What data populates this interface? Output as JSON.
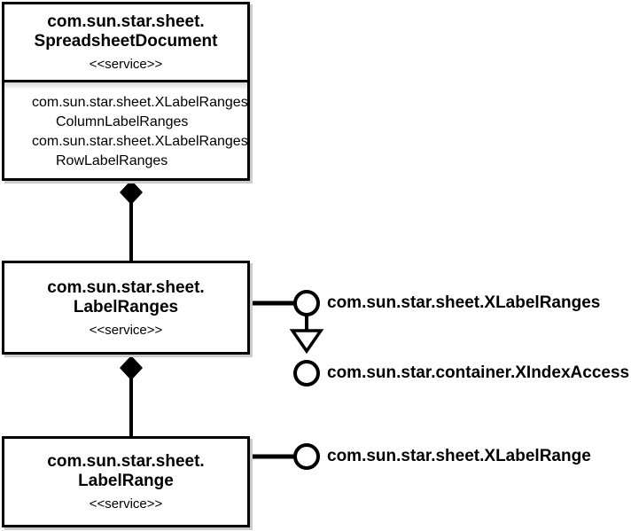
{
  "boxes": {
    "spreadsheet_document": {
      "name_line1": "com.sun.star.sheet.",
      "name_line2": "SpreadsheetDocument",
      "stereotype": "<<service>>",
      "properties": [
        {
          "interface": "com.sun.star.sheet.XLabelRanges",
          "property": "ColumnLabelRanges"
        },
        {
          "interface": "com.sun.star.sheet.XLabelRanges",
          "property": "RowLabelRanges"
        }
      ]
    },
    "label_ranges": {
      "name_line1": "com.sun.star.sheet.",
      "name_line2": "LabelRanges",
      "stereotype": "<<service>>"
    },
    "label_range": {
      "name_line1": "com.sun.star.sheet.",
      "name_line2": "LabelRange",
      "stereotype": "<<service>>"
    }
  },
  "interface_labels": [
    {
      "label": "com.sun.star.sheet.XLabelRanges"
    },
    {
      "label": "com.sun.star.container.XIndexAccess"
    },
    {
      "label": "com.sun.star.sheet.XLabelRange"
    }
  ],
  "colors": {
    "line": "#000000",
    "box_background": "#ffffff",
    "box_shadow": "#cccccc",
    "compartment_band": "#d8d8d8"
  }
}
